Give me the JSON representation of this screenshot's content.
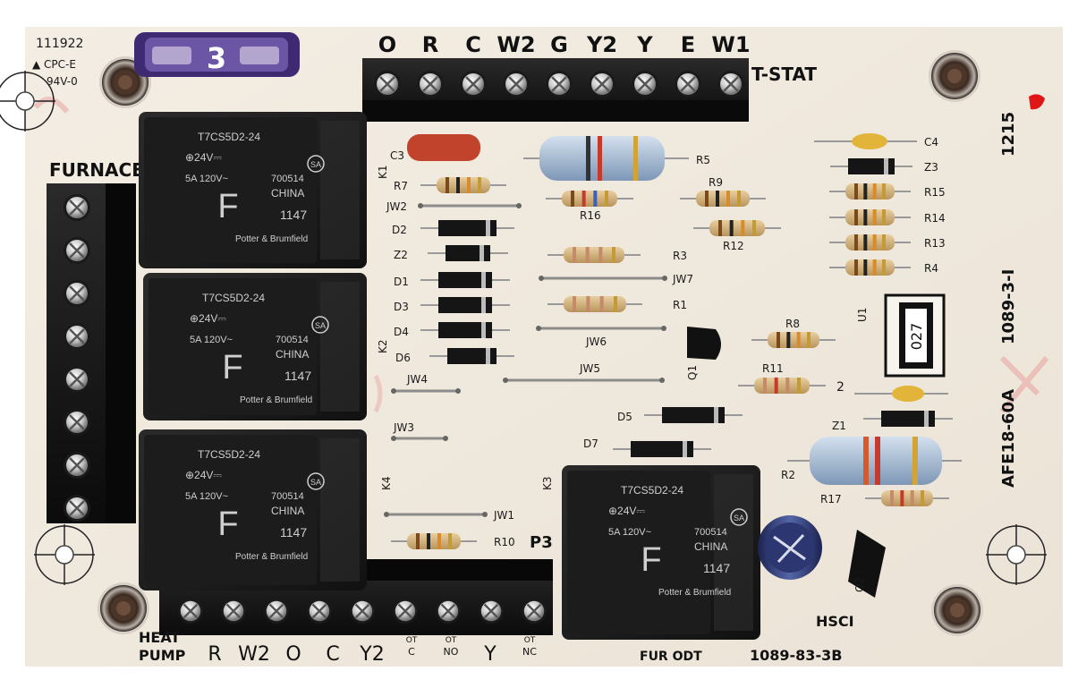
{
  "board": {
    "ul_mark": "111922",
    "cert_1": "▲ CPC-E",
    "cert_2": "94V-0",
    "part_number": "AFE18-60A",
    "rev": "1089-3-I",
    "date_code": "1215",
    "model_code": "1089-83-3B",
    "hsci_label": "HSCI",
    "furnace_label": "FURNACE",
    "tstat_label": "T-STAT",
    "p3_label": "P3",
    "heat_label": "HEAT",
    "pump_label": "PUMP",
    "fur_odt_label": "FUR ODT"
  },
  "fuse": {
    "rating": "3"
  },
  "tstat_terminals": [
    "O",
    "R",
    "C",
    "W2",
    "G",
    "Y2",
    "Y",
    "E",
    "W1"
  ],
  "heatpump_terminals": [
    {
      "top": "",
      "label": "R"
    },
    {
      "top": "",
      "label": "W2"
    },
    {
      "top": "",
      "label": "O"
    },
    {
      "top": "",
      "label": "C"
    },
    {
      "top": "",
      "label": "Y2"
    },
    {
      "top": "OT",
      "label": "C"
    },
    {
      "top": "OT",
      "label": "NO"
    },
    {
      "top": "",
      "label": "Y"
    },
    {
      "top": "OT",
      "label": "NC"
    }
  ],
  "relay": {
    "model": "T7CS5D2-24",
    "coil": "⊕24V⎓",
    "contact": "5A 120V~",
    "code": "700514",
    "origin": "CHINA",
    "letter": "F",
    "date": "1147",
    "maker": "Potter & Brumfield",
    "agency": "SA"
  },
  "relay_labels": [
    "K1",
    "K2",
    "K4",
    "K3"
  ],
  "left_components": [
    "C3",
    "R7",
    "JW2",
    "D2",
    "Z2",
    "D1",
    "D3",
    "D4",
    "D6",
    "JW4",
    "JW3",
    "JW1",
    "R10",
    "D7"
  ],
  "center_components": [
    "R5",
    "R16",
    "R9",
    "R12",
    "R3",
    "JW7",
    "R1",
    "JW6",
    "JW5",
    "Q1",
    "R8",
    "R11",
    "D5"
  ],
  "right_components": [
    "C4",
    "Z3",
    "R15",
    "R14",
    "R13",
    "R4",
    "U1",
    "Z1",
    "R2",
    "R17",
    "Q2"
  ],
  "chip_label": "027",
  "cap2_label": "2"
}
